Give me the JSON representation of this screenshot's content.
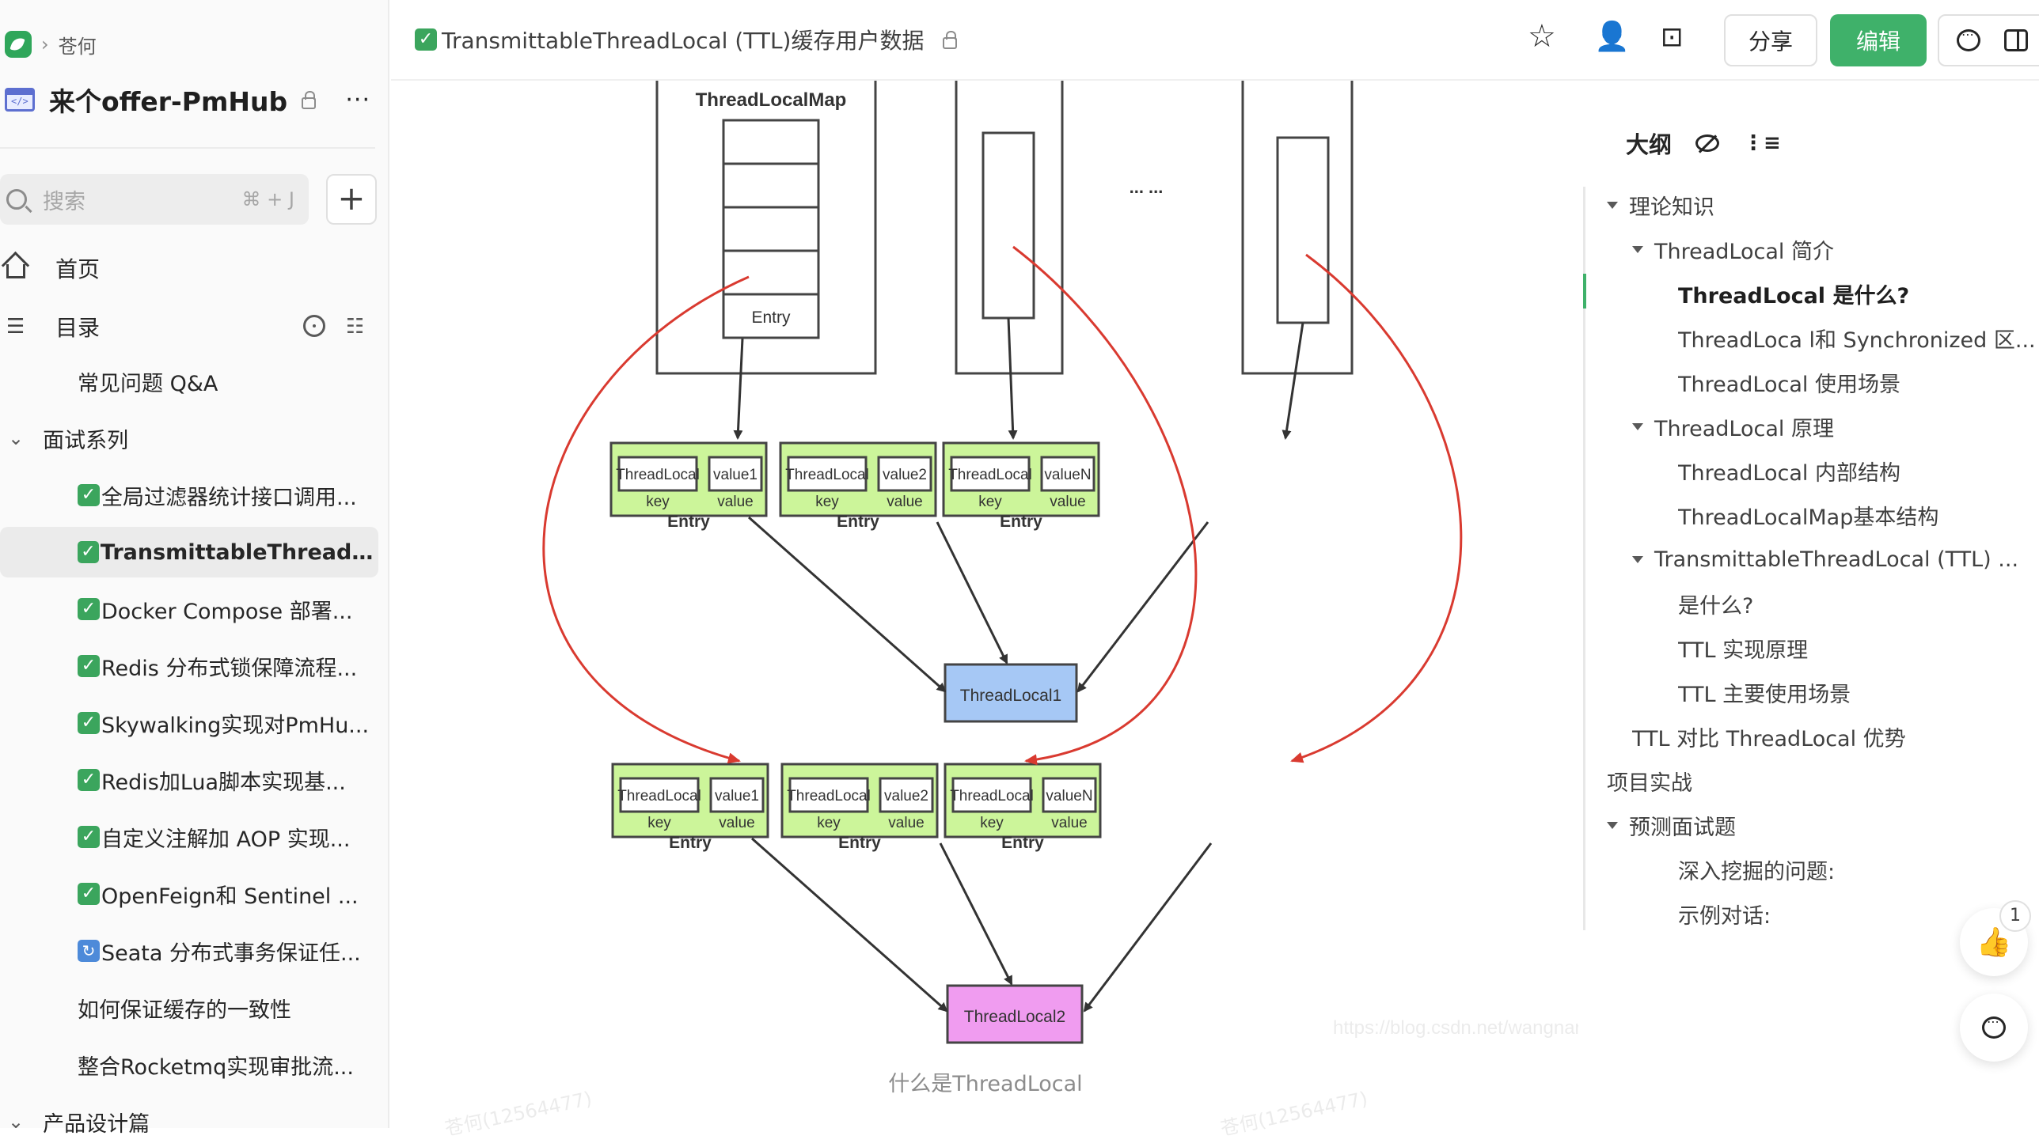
{
  "sidebar": {
    "breadcrumb": "苍何",
    "kb_title": "来个offer-PmHub",
    "search_placeholder": "搜索",
    "search_shortcut": "⌘ + J",
    "home": "首页",
    "toc": "目录",
    "items": [
      {
        "label": "常见问题 Q&A",
        "indent": 1,
        "caret": "none",
        "icon": "none"
      },
      {
        "label": "面试系列",
        "indent": 0,
        "caret": "down",
        "icon": "none"
      },
      {
        "label": "全局过滤器统计接口调用...",
        "indent": 1,
        "icon": "check"
      },
      {
        "label": "TransmittableThreadL...",
        "indent": 1,
        "icon": "check",
        "active": true
      },
      {
        "label": "Docker Compose 部署...",
        "indent": 1,
        "icon": "check"
      },
      {
        "label": "Redis 分布式锁保障流程...",
        "indent": 1,
        "icon": "check"
      },
      {
        "label": "Skywalking实现对PmHu...",
        "indent": 1,
        "icon": "check"
      },
      {
        "label": "Redis加Lua脚本实现基...",
        "indent": 1,
        "icon": "check"
      },
      {
        "label": "自定义注解加 AOP 实现...",
        "indent": 1,
        "icon": "check"
      },
      {
        "label": "OpenFeign和 Sentinel ...",
        "indent": 1,
        "icon": "check"
      },
      {
        "label": "Seata 分布式事务保证任...",
        "indent": 1,
        "icon": "sync"
      },
      {
        "label": "如何保证缓存的一致性",
        "indent": 1,
        "icon": "none"
      },
      {
        "label": "整合Rocketmq实现审批流...",
        "indent": 1,
        "icon": "none"
      },
      {
        "label": "产品设计篇",
        "indent": 0,
        "caret": "down",
        "icon": "none"
      }
    ]
  },
  "header": {
    "doc_title": "TransmittableThreadLocal (TTL)缓存用户数据",
    "share": "分享",
    "edit": "编辑"
  },
  "diagram": {
    "map_label": "ThreadLocalMap",
    "entry_label": "Entry",
    "ellipsis": "... ...",
    "key_label": "key",
    "value_label": "value",
    "threadlocal": "ThreadLocal",
    "values": [
      "value1",
      "value2",
      "valueN"
    ],
    "tl1": "ThreadLocal1",
    "tl2": "ThreadLocal2",
    "watermark_url": "https://blog.csdn.net/wangnanwlw",
    "watermark_user": "苍何(12564477)",
    "caption": "什么是ThreadLocal"
  },
  "outline": {
    "title": "大纲",
    "items": [
      {
        "label": "理论知识",
        "level": 0,
        "caret": true
      },
      {
        "label": "ThreadLocal 简介",
        "level": 1,
        "caret": true
      },
      {
        "label": "ThreadLocal 是什么?",
        "level": 2,
        "active": true
      },
      {
        "label": "ThreadLoca l和 Synchronized 区...",
        "level": 2
      },
      {
        "label": "ThreadLocal 使用场景",
        "level": 2
      },
      {
        "label": "ThreadLocal 原理",
        "level": 1,
        "caret": true
      },
      {
        "label": "ThreadLocal 内部结构",
        "level": 2
      },
      {
        "label": "ThreadLocalMap基本结构",
        "level": 2
      },
      {
        "label": "TransmittableThreadLocal (TTL) ...",
        "level": 1,
        "caret": true
      },
      {
        "label": "是什么?",
        "level": 2
      },
      {
        "label": "TTL 实现原理",
        "level": 2
      },
      {
        "label": "TTL 主要使用场景",
        "level": 2
      },
      {
        "label": "TTL 对比 ThreadLocal 优势",
        "level": 1
      },
      {
        "label": "项目实战",
        "level": 0
      },
      {
        "label": "预测面试题",
        "level": 0,
        "caret": true
      },
      {
        "label": "深入挖掘的问题:",
        "level": 2
      },
      {
        "label": "示例对话:",
        "level": 2
      }
    ],
    "like_count": "1"
  },
  "colors": {
    "brand_green": "#3fb16a",
    "entry_fill": "#ccf59a",
    "tl1_fill": "#a6c8f5",
    "tl2_fill": "#f09cf0",
    "arrow_red": "#d93a30"
  }
}
